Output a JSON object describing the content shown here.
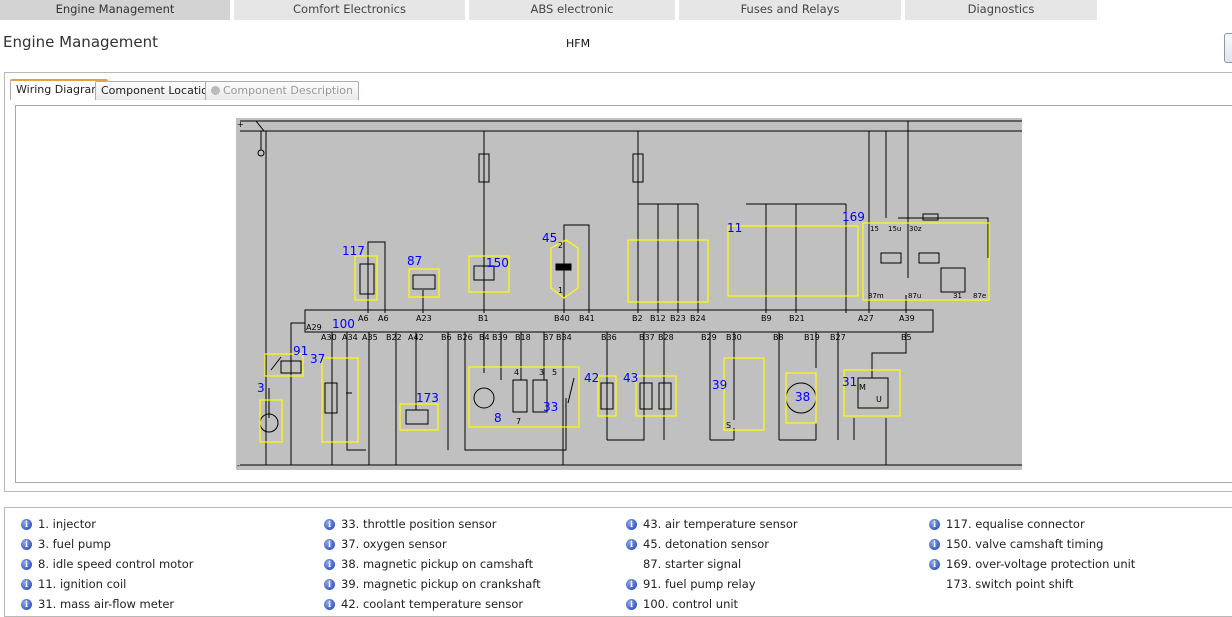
{
  "top_tabs": [
    {
      "label": "Engine Management",
      "active": true
    },
    {
      "label": "Comfort Electronics",
      "active": false
    },
    {
      "label": "ABS electronic",
      "active": false
    },
    {
      "label": "Fuses and Relays",
      "active": false
    },
    {
      "label": "Diagnostics",
      "active": false
    }
  ],
  "header": {
    "title": "Engine Management",
    "subtitle": "HFM"
  },
  "sub_tabs": [
    {
      "label": "Wiring Diagram",
      "state": "active"
    },
    {
      "label": "Component Location",
      "state": "normal"
    },
    {
      "label": "Component Description",
      "state": "disabled"
    }
  ],
  "diagram": {
    "component_numbers": [
      "117",
      "87",
      "150",
      "45",
      "11",
      "169",
      "100",
      "91",
      "37",
      "3",
      "173",
      "8",
      "33",
      "42",
      "43",
      "39",
      "38",
      "31"
    ],
    "top_pins": [
      "A6",
      "A6",
      "A23",
      "B1",
      "B40",
      "B41",
      "B2",
      "B12",
      "B23",
      "B24",
      "B9",
      "B21",
      "A27",
      "A39"
    ],
    "bottom_pins": [
      "A29",
      "A30",
      "A34",
      "A35",
      "B22",
      "A42",
      "B6",
      "B26",
      "B4",
      "B39",
      "B18",
      "B7",
      "B34",
      "B36",
      "B37",
      "B28",
      "B29",
      "B30",
      "B8",
      "B19",
      "B27",
      "B5"
    ],
    "relay_terminals": [
      "15",
      "15u",
      "30z",
      "87m",
      "87u",
      "31",
      "87e"
    ],
    "terminal_marks": [
      "+",
      "-",
      "2",
      "1",
      "4",
      "3",
      "5",
      "7",
      "S",
      "M",
      "U"
    ]
  },
  "legend": [
    {
      "icon": true,
      "text": "1. injector"
    },
    {
      "icon": true,
      "text": "3. fuel pump"
    },
    {
      "icon": true,
      "text": "8. idle speed control motor"
    },
    {
      "icon": true,
      "text": "11. ignition coil"
    },
    {
      "icon": true,
      "text": "31. mass air-flow meter"
    },
    {
      "icon": true,
      "text": "33. throttle position sensor"
    },
    {
      "icon": true,
      "text": "37. oxygen sensor"
    },
    {
      "icon": true,
      "text": "38. magnetic pickup on camshaft"
    },
    {
      "icon": true,
      "text": "39. magnetic pickup on crankshaft"
    },
    {
      "icon": true,
      "text": "42. coolant temperature sensor"
    },
    {
      "icon": true,
      "text": "43. air temperature sensor"
    },
    {
      "icon": true,
      "text": "45. detonation sensor"
    },
    {
      "icon": false,
      "text": "87. starter signal"
    },
    {
      "icon": true,
      "text": "91. fuel pump relay"
    },
    {
      "icon": true,
      "text": "100. control unit"
    },
    {
      "icon": true,
      "text": "117. equalise connector"
    },
    {
      "icon": true,
      "text": "150. valve camshaft timing"
    },
    {
      "icon": true,
      "text": "169. over-voltage protection unit"
    },
    {
      "icon": false,
      "text": "173. switch point shift"
    }
  ],
  "colors": {
    "diagram_bg": "#c0c0c0",
    "wire": "#000000",
    "component_outline": "#ffff00",
    "component_number": "#0000ff",
    "tab_active_border": "#e8a23a",
    "info_icon": "#3a5bc7"
  }
}
